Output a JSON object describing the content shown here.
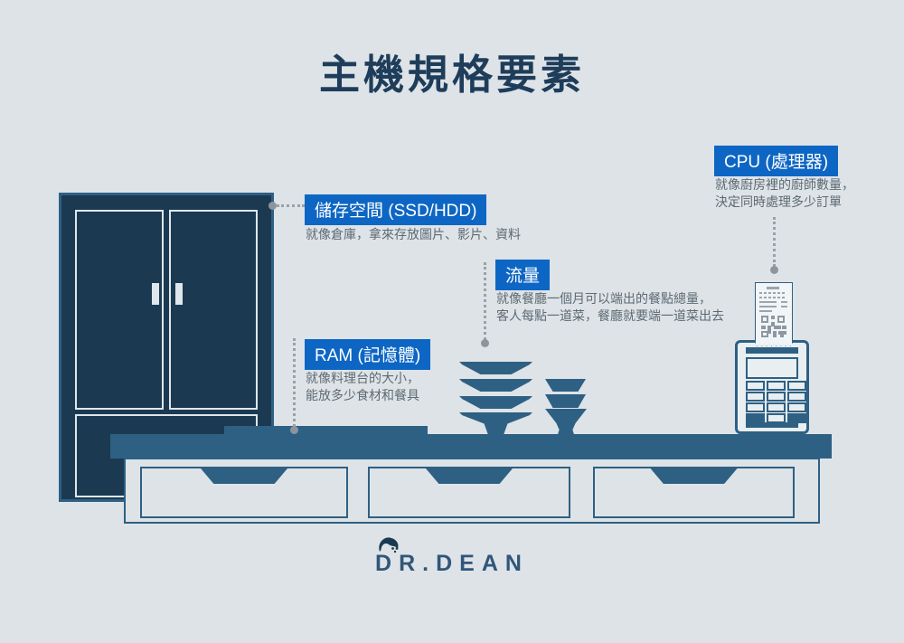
{
  "title": "主機規格要素",
  "annotations": {
    "storage": {
      "label": "儲存空間 (SSD/HDD)",
      "desc": [
        "就像倉庫，拿來存放圖片、影片、資料"
      ]
    },
    "ram": {
      "label": "RAM (記憶體)",
      "desc": [
        "就像料理台的大小，",
        "能放多少食材和餐具"
      ]
    },
    "traffic": {
      "label": "流量",
      "desc": [
        "就像餐廳一個月可以端出的餐點總量，",
        "客人每點一道菜，餐廳就要端一道菜出去"
      ]
    },
    "cpu": {
      "label": "CPU (處理器)",
      "desc": [
        "就像廚房裡的廚師數量，",
        "決定同時處理多少訂單"
      ]
    }
  },
  "logo": {
    "text": "DR.DEAN"
  },
  "colors": {
    "background": "#dee3e7",
    "dark_navy": "#1b3a52",
    "medium_blue": "#2e6084",
    "label_blue": "#0d66c4",
    "desc_gray": "#5d6a73",
    "connector_gray": "#9aa1a7"
  }
}
